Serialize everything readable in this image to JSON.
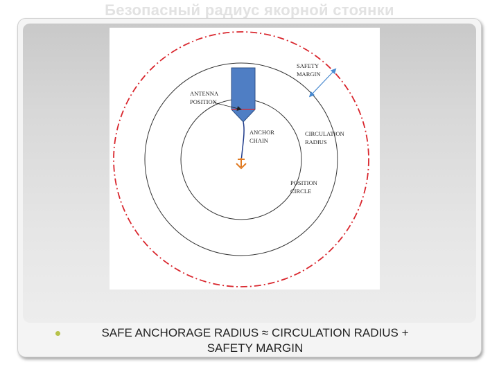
{
  "slide": {
    "title": "Безопасный радиус якорной стоянки"
  },
  "diagram": {
    "labels": {
      "safety_margin_1": "SAFETY",
      "safety_margin_2": "MARGIN",
      "antenna_1": "ANTENNA",
      "antenna_2": "POSITION",
      "anchor_1": "ANCHOR",
      "anchor_2": "CHAIN",
      "circulation_1": "CIRCULATION",
      "circulation_2": "RADIUS",
      "position_1": "POSITION",
      "position_2": "CIRCLE"
    },
    "colors": {
      "ship": "#4f7ec4",
      "safety_circle": "#d9262d",
      "anchor": "#e07a22",
      "arrow": "#4a8ad0",
      "chain": "#1f3a8a"
    }
  },
  "caption": {
    "line1": "SAFE ANCHORAGE RADIUS ≈ CIRCULATION RADIUS +",
    "line2": "SAFETY MARGIN"
  }
}
